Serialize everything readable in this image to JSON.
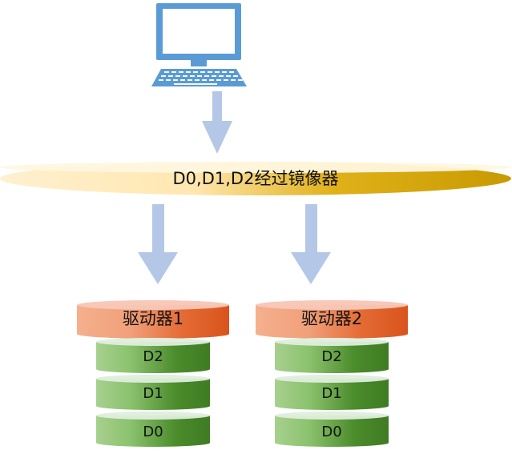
{
  "diagram": {
    "computer": {
      "icon": "computer-icon",
      "color": "#5b9bd5"
    },
    "mirror_bus": {
      "label": "D0,D1,D2经过镜像器",
      "colors": {
        "left": "#fff0cf",
        "right": "#c89a00",
        "top": "#fff7df"
      }
    },
    "drives": [
      {
        "label": "驱动器1",
        "disks": [
          "D2",
          "D1",
          "D0"
        ]
      },
      {
        "label": "驱动器2",
        "disks": [
          "D2",
          "D1",
          "D0"
        ]
      }
    ],
    "colors": {
      "arrow": "#b4c7e7",
      "drive_fill": "#e2642f",
      "drive_top": "#f8c8b8",
      "disk_fill": "#4f8a2e",
      "disk_top": "#dfeedd"
    }
  }
}
